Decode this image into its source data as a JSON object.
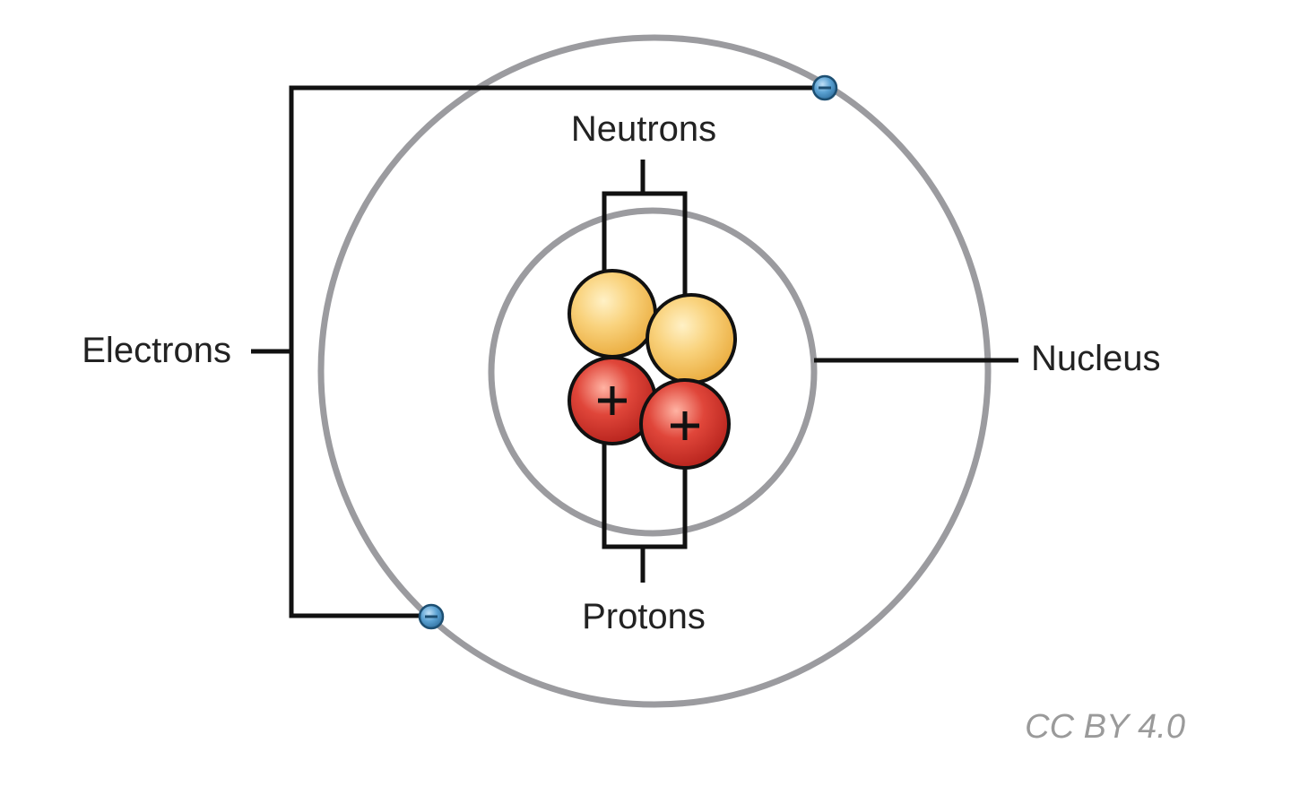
{
  "labels": {
    "neutrons": "Neutrons",
    "protons": "Protons",
    "electrons": "Electrons",
    "nucleus": "Nucleus"
  },
  "license": "CC BY 4.0",
  "colors": {
    "shell": "#9b9b9f",
    "neutron": "#f6c45a",
    "proton": "#d9302a",
    "electron": "#4e93c6",
    "leader_lines": "#111111"
  },
  "particles": {
    "neutron_count": 2,
    "proton_count": 2,
    "electron_count": 2,
    "proton_sign": "plus-sign-icon",
    "electron_sign": "minus-sign-icon"
  }
}
